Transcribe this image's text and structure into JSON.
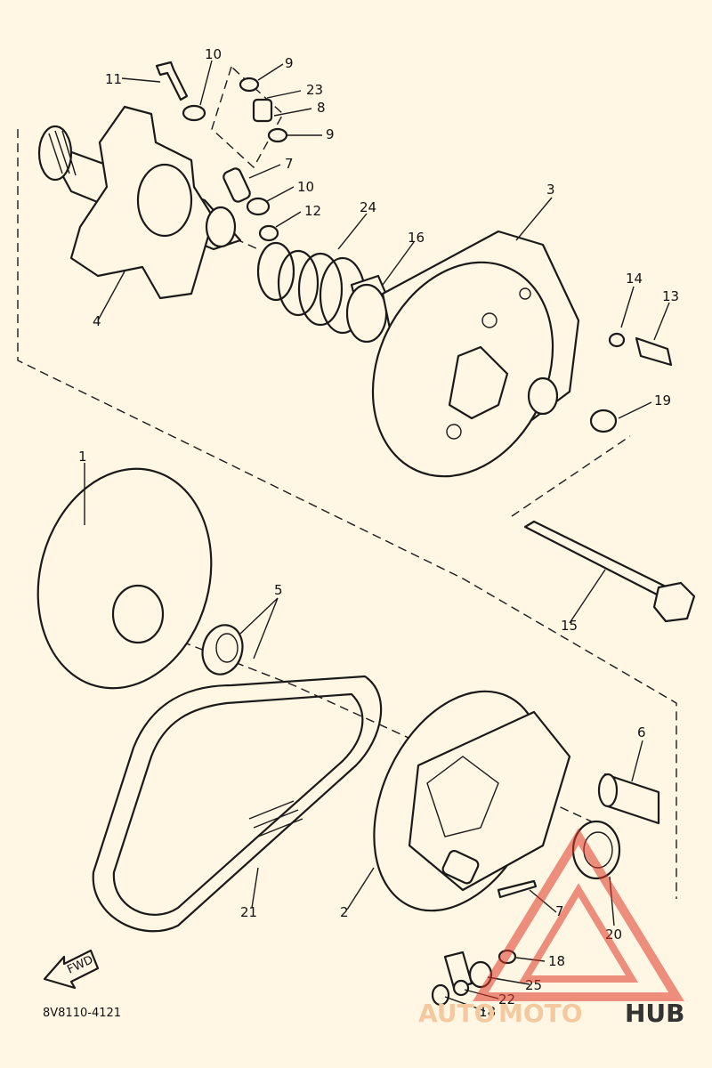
{
  "diagram": {
    "callouts": [
      "1",
      "2",
      "3",
      "4",
      "5",
      "6",
      "7",
      "7",
      "8",
      "9",
      "9",
      "10",
      "10",
      "11",
      "12",
      "13",
      "14",
      "15",
      "16",
      "18",
      "18",
      "19",
      "20",
      "21",
      "22",
      "23",
      "24",
      "25"
    ],
    "drawing_code": "8V8110-4121",
    "fwd_label": "FWD",
    "watermark": {
      "part1": "AUTO",
      "part2": "MOTO",
      "part3": "HUB",
      "color": "#e03a2a"
    }
  }
}
